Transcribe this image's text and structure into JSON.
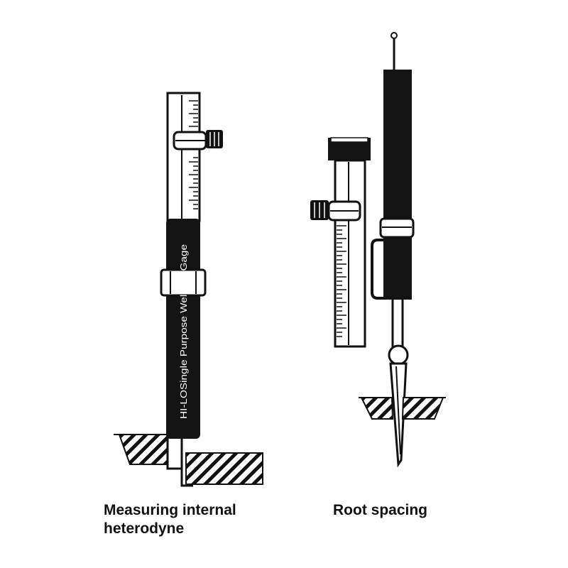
{
  "gage_label": "HI-LOSingle Purpose Welding Gage",
  "captions": {
    "left": "Measuring internal heterodyne",
    "right": "Root spacing"
  },
  "colors": {
    "ink": "#111111",
    "body": "#141414",
    "background": "#ffffff"
  }
}
